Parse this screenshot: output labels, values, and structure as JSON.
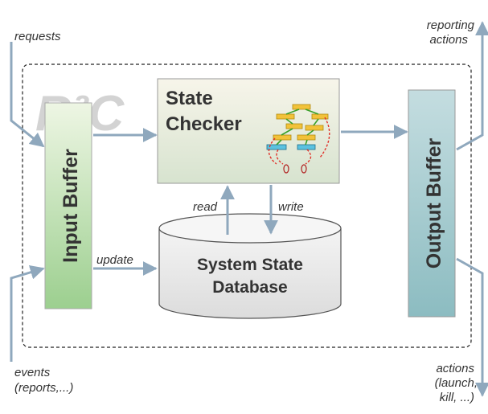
{
  "logo": {
    "text": "R²C"
  },
  "blocks": {
    "input_buffer": "Input Buffer",
    "output_buffer": "Output Buffer",
    "state_checker_line1": "State",
    "state_checker_line2": "Checker",
    "database_line1": "System State",
    "database_line2": "Database"
  },
  "edges": {
    "requests": "requests",
    "reporting_line1": "reporting",
    "reporting_line2": "actions",
    "read": "read",
    "write": "write",
    "update": "update",
    "events_line1": "events",
    "events_line2": "(reports,...)",
    "actions_line1": "actions",
    "actions_line2": "(launch,",
    "actions_line3": "kill, ...)"
  },
  "colors": {
    "arrow": "#8fa8bd",
    "input_buffer_top": "#eef6e4",
    "input_buffer_bottom": "#9ccf8f",
    "output_buffer_top": "#c4dde0",
    "output_buffer_bottom": "#8cbcc1",
    "state_checker_top": "#f7f5ea",
    "state_checker_bottom": "#d7e3cf"
  }
}
